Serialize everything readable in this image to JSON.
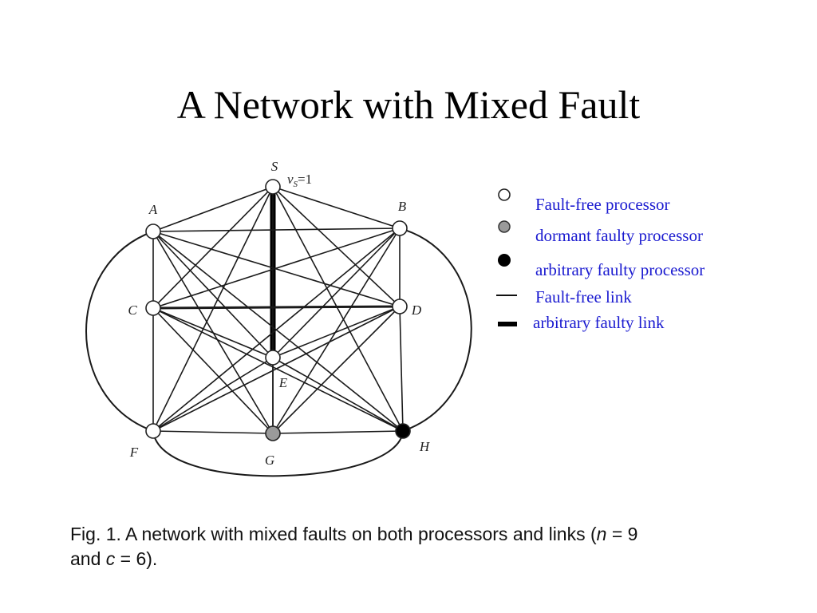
{
  "title": "A Network with Mixed Fault",
  "diagram": {
    "nodes": [
      {
        "id": "S",
        "label": "S",
        "status": "fault-free"
      },
      {
        "id": "A",
        "label": "A",
        "status": "fault-free"
      },
      {
        "id": "B",
        "label": "B",
        "status": "fault-free"
      },
      {
        "id": "C",
        "label": "C",
        "status": "fault-free"
      },
      {
        "id": "D",
        "label": "D",
        "status": "fault-free"
      },
      {
        "id": "E",
        "label": "E",
        "status": "fault-free"
      },
      {
        "id": "F",
        "label": "F",
        "status": "fault-free"
      },
      {
        "id": "G",
        "label": "G",
        "status": "dormant-faulty"
      },
      {
        "id": "H",
        "label": "H",
        "status": "arbitrary-faulty"
      }
    ],
    "source_value_label": "v",
    "source_value_sub": "S",
    "source_value_rest": "=1",
    "faulty_link": [
      "S",
      "E"
    ]
  },
  "legend": {
    "fault_free_processor": "Fault-free processor",
    "dormant_faulty_processor": "dormant faulty processor",
    "arbitrary_faulty_processor": "arbitrary faulty processor",
    "fault_free_link": "Fault-free link",
    "arbitrary_faulty_link": "arbitrary faulty link"
  },
  "caption": {
    "prefix": "Fig. 1. A network with mixed faults on both processors and links (",
    "n_var": "n",
    "n_eq": " = 9",
    "and": "and ",
    "c_var": "c",
    "c_eq": " = 6)."
  },
  "colors": {
    "legend_text": "#1a1ad0",
    "dormant_fill": "#9a9a9a",
    "faulty_fill": "#000000"
  }
}
